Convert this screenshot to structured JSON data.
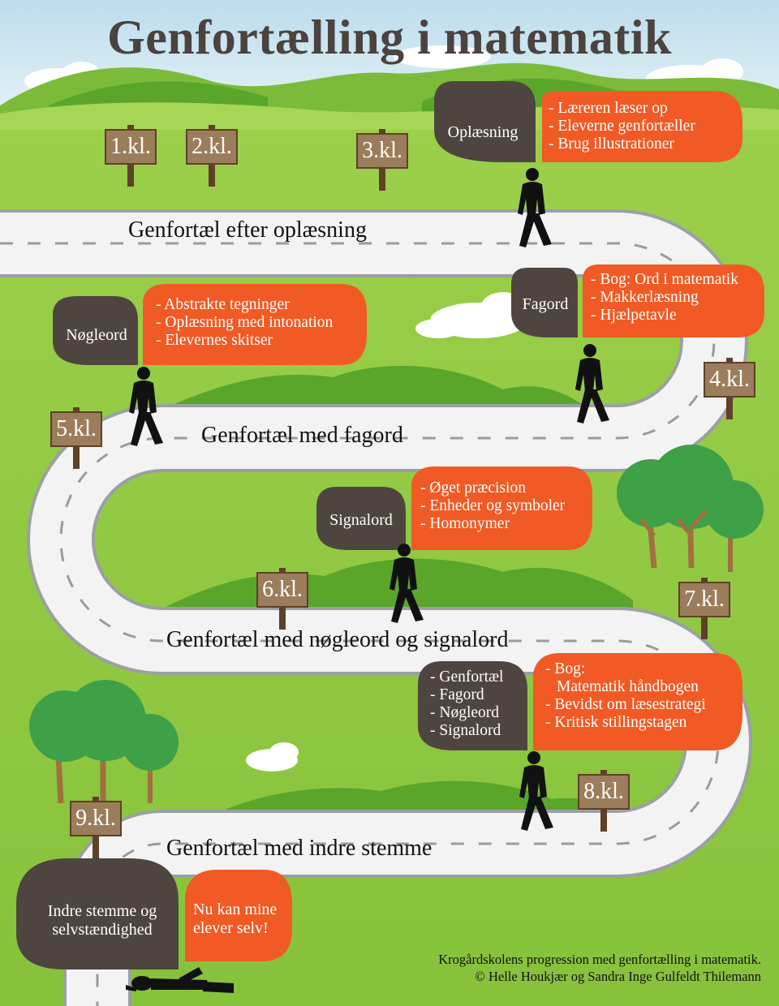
{
  "title": "Genfortælling i matematik",
  "colors": {
    "sky": "#cfe6f0",
    "grass": "#8cc63f",
    "hill": "#5eaa2a",
    "road": "#f2f2f2",
    "sign": "#9b7d5b",
    "bubble_dark": "#4f4540",
    "bubble_orange": "#f15a24",
    "tree": "#3fa04a",
    "trunk": "#9b6b3f"
  },
  "grades": [
    "1.kl.",
    "2.kl.",
    "3.kl.",
    "4.kl.",
    "5.kl.",
    "6.kl.",
    "7.kl.",
    "8.kl.",
    "9.kl."
  ],
  "stages": [
    "Genfortæl efter oplæsning",
    "Genfortæl med fagord",
    "Genfortæl med nøgleord og signalord",
    "Genfortæl med indre stemme"
  ],
  "bubbles": {
    "oplaesning": {
      "label": "Oplæsning",
      "items": [
        "- Læreren læser op",
        "- Eleverne genfortæller",
        "- Brug illustrationer"
      ]
    },
    "fagord": {
      "label": "Fagord",
      "items": [
        "- Bog: Ord i matematik",
        "- Makkerlæsning",
        "- Hjælpetavle"
      ]
    },
    "noegleord": {
      "label": "Nøgleord",
      "items": [
        "- Abstrakte tegninger",
        "- Oplæsning med intonation",
        "- Elevernes skitser"
      ]
    },
    "signalord": {
      "label": "Signalord",
      "items": [
        "- Øget præcision",
        "- Enheder og symboler",
        "- Homonymer"
      ]
    },
    "indre": {
      "label_items": [
        "- Genfortæl",
        "- Fagord",
        "- Nøgleord",
        "- Signalord"
      ],
      "items": [
        "- Bog:",
        "Matematik håndbogen",
        "- Bevidst om læsestrategi",
        "- Kritisk stillingstagen"
      ]
    },
    "final": {
      "label": "Indre stemme og selvstændighed",
      "label_lines": [
        "Indre stemme og",
        "selvstændighed"
      ],
      "speech_lines": [
        "Nu kan mine",
        "elever selv!"
      ]
    }
  },
  "credit": {
    "line1": "Krogårdskolens progression med genfortælling i matematik.",
    "line2": "© Helle Houkjær og Sandra Inge Gulfeldt Thilemann"
  }
}
